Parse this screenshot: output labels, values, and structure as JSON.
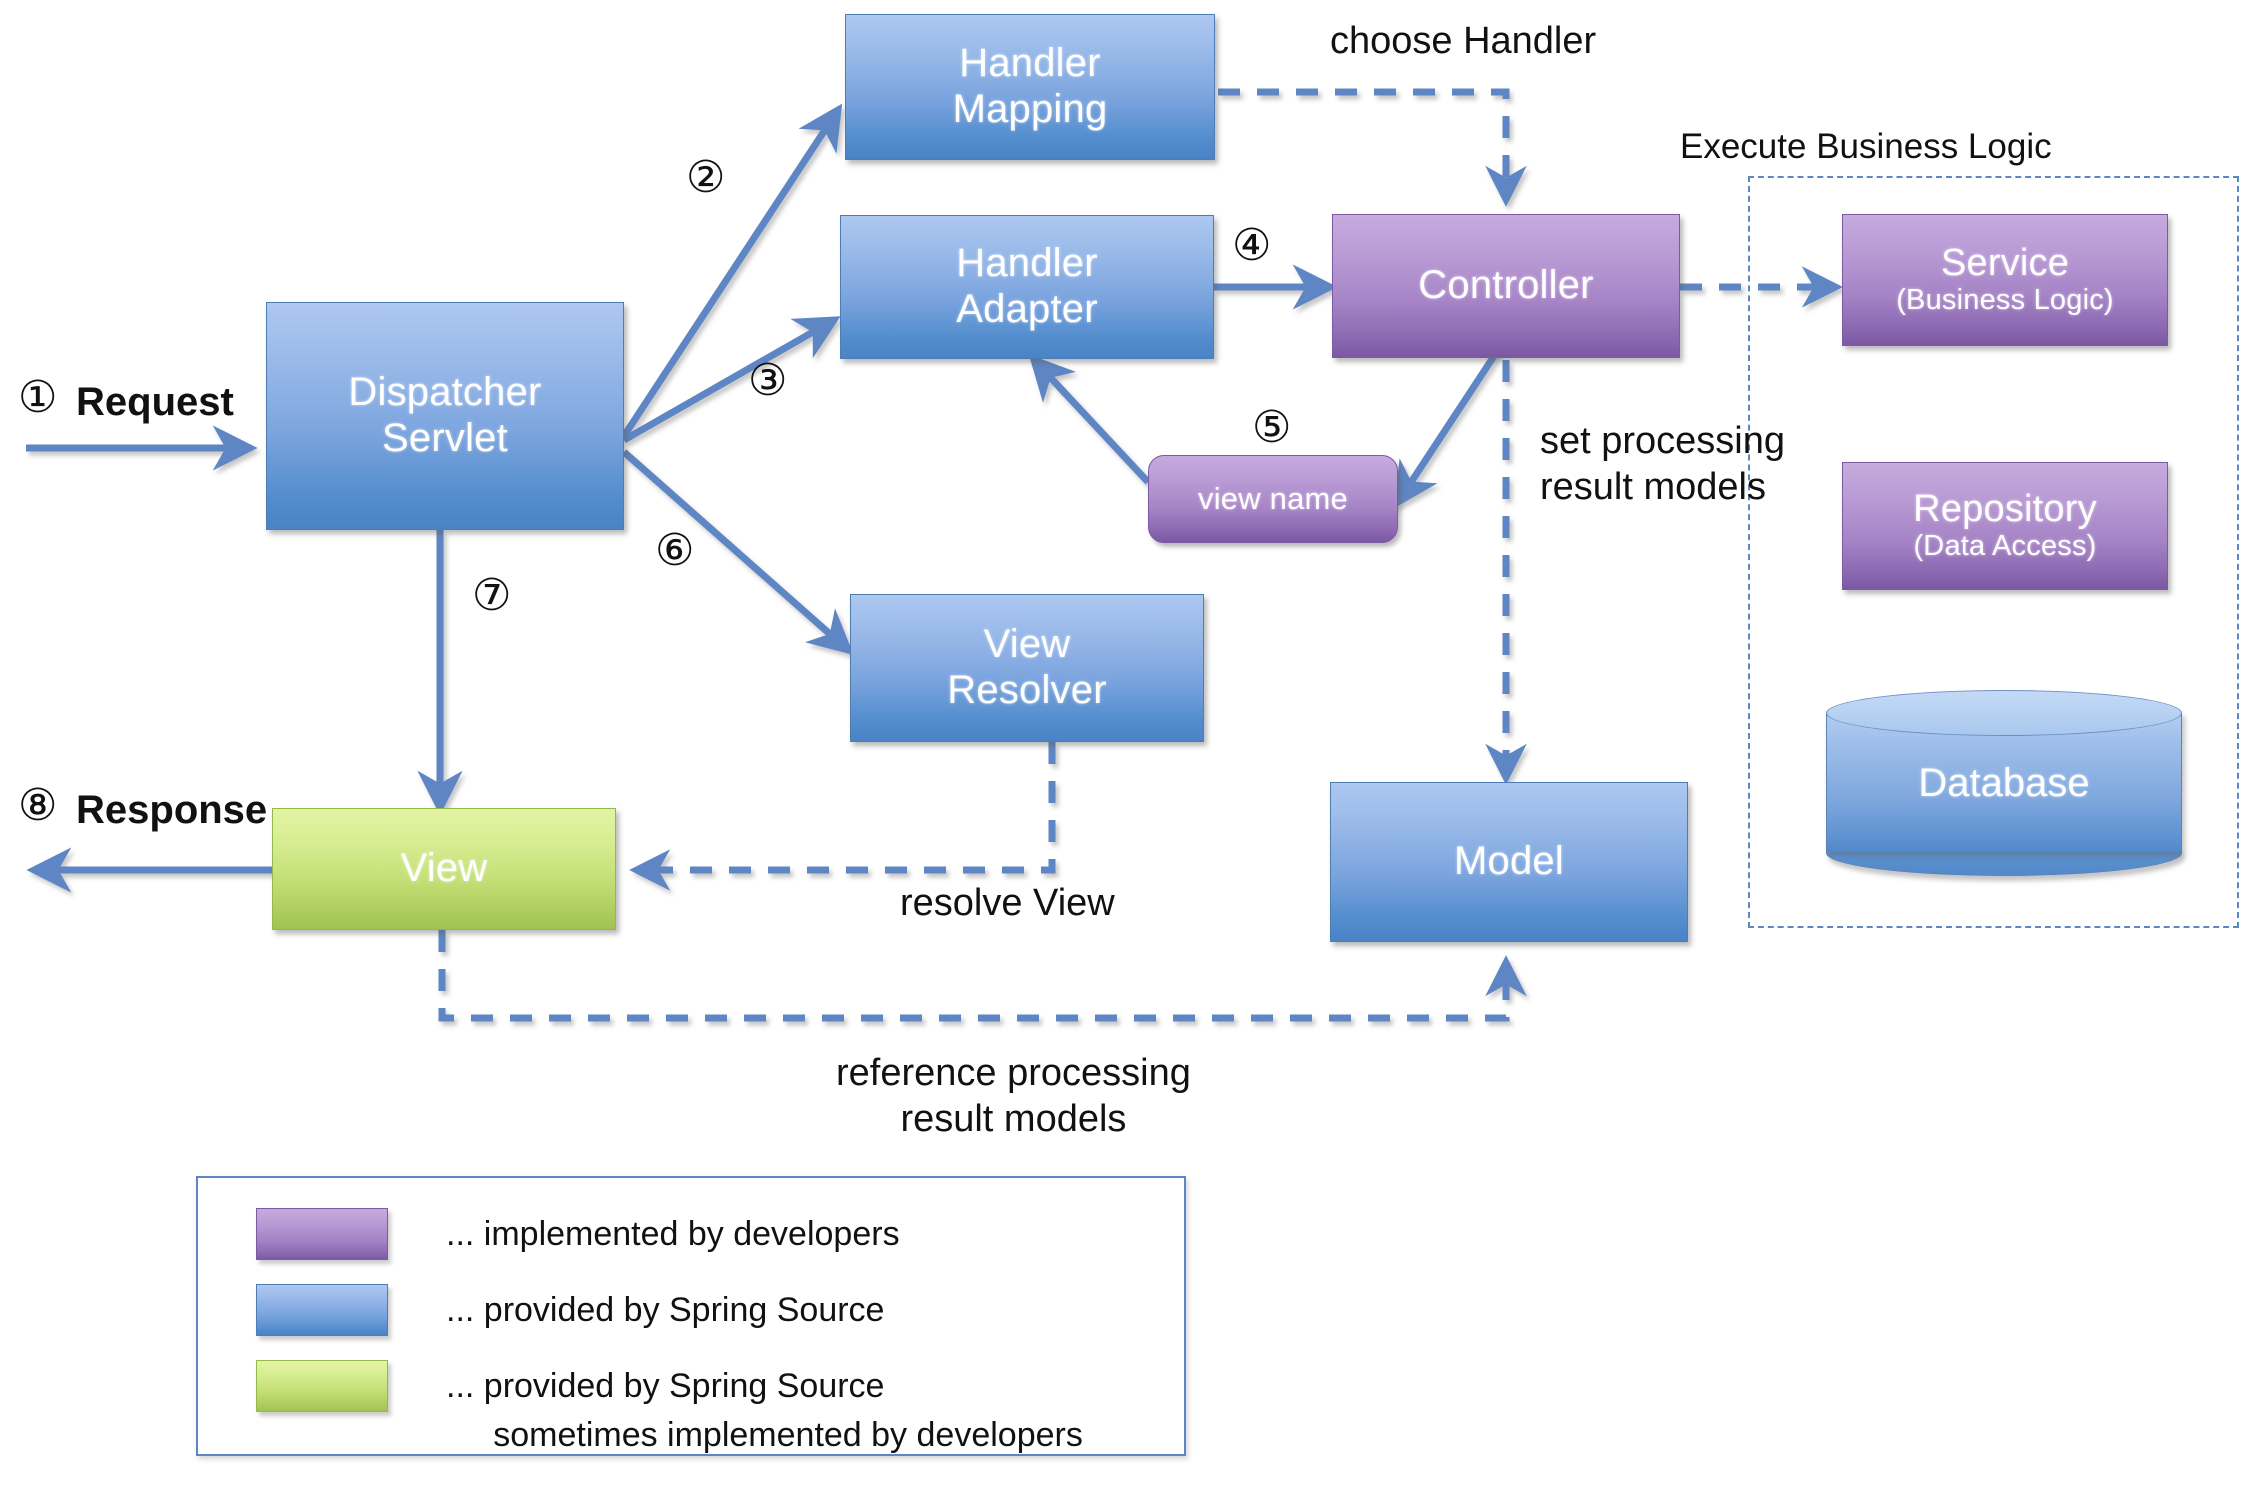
{
  "diagram": {
    "title": "Spring MVC request processing flow",
    "colors": {
      "blue_light": "#adc8f0",
      "blue_dark": "#4a83c6",
      "purple_light": "#c6aadd",
      "purple_dark": "#7c58a4",
      "green_light": "#e3f4a3",
      "green_dark": "#a0c353",
      "arrow": "#5f86c4",
      "text": "#111111"
    }
  },
  "nodes": {
    "handler_mapping": {
      "line1": "Handler",
      "line2": "Mapping"
    },
    "handler_adapter": {
      "line1": "Handler",
      "line2": "Adapter"
    },
    "dispatcher": {
      "line1": "Dispatcher",
      "line2": "Servlet"
    },
    "view_resolver": {
      "line1": "View",
      "line2": "Resolver"
    },
    "view": {
      "line1": "View"
    },
    "controller": {
      "line1": "Controller"
    },
    "view_name": {
      "line1": "view name"
    },
    "model": {
      "line1": "Model"
    },
    "service": {
      "line1": "Service",
      "line2": "(Business Logic)"
    },
    "repository": {
      "line1": "Repository",
      "line2": "(Data Access)"
    },
    "database": {
      "line1": "Database"
    }
  },
  "group": {
    "business_logic_title": "Execute Business Logic"
  },
  "edge_labels": {
    "request": "Request",
    "response": "Response",
    "choose_handler": "choose Handler",
    "set_processing_result_models": "set processing\nresult models",
    "resolve_view": "resolve View",
    "reference_processing_result_models": "reference processing\nresult models"
  },
  "step_numbers": {
    "s1": "①",
    "s2": "②",
    "s3": "③",
    "s4": "④",
    "s5": "⑤",
    "s6": "⑥",
    "s7": "⑦",
    "s8": "⑧"
  },
  "legend": {
    "rows": [
      {
        "swatch": "purple",
        "text": "... implemented by developers"
      },
      {
        "swatch": "blue",
        "text": "... provided by Spring Source"
      },
      {
        "swatch": "green",
        "text": "... provided by Spring Source\n     sometimes implemented by developers"
      }
    ]
  }
}
